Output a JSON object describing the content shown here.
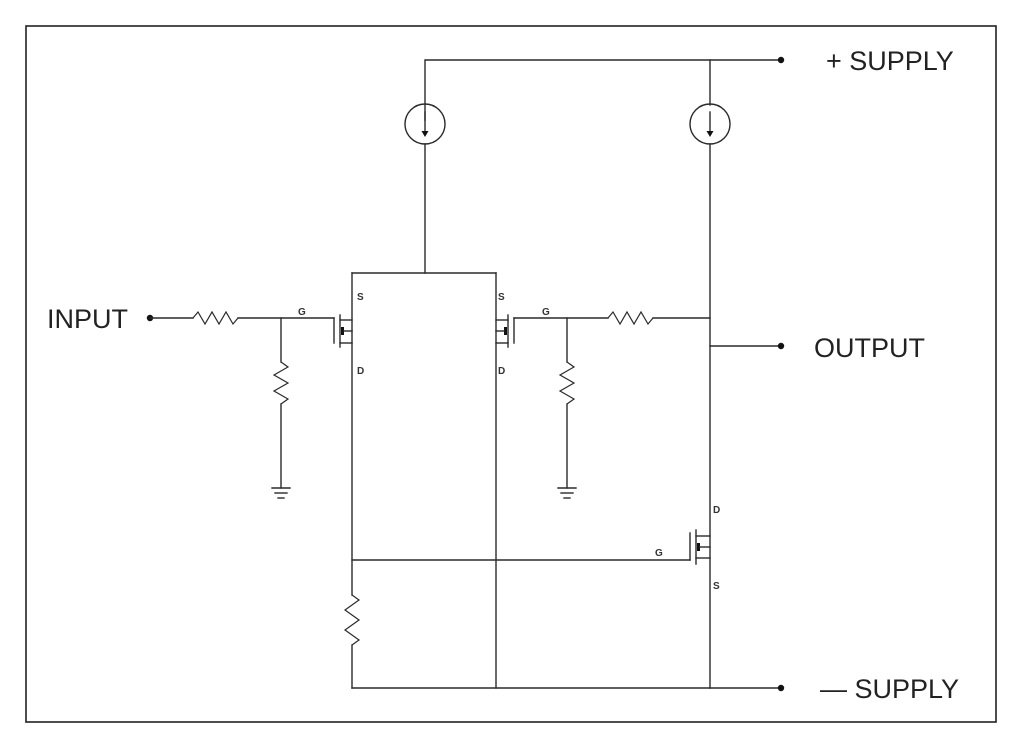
{
  "labels": {
    "plus_supply": "+ SUPPLY",
    "minus_supply": "— SUPPLY",
    "input": "INPUT",
    "output": "OUTPUT"
  },
  "pins": {
    "gate": "G",
    "source": "S",
    "drain": "D"
  }
}
